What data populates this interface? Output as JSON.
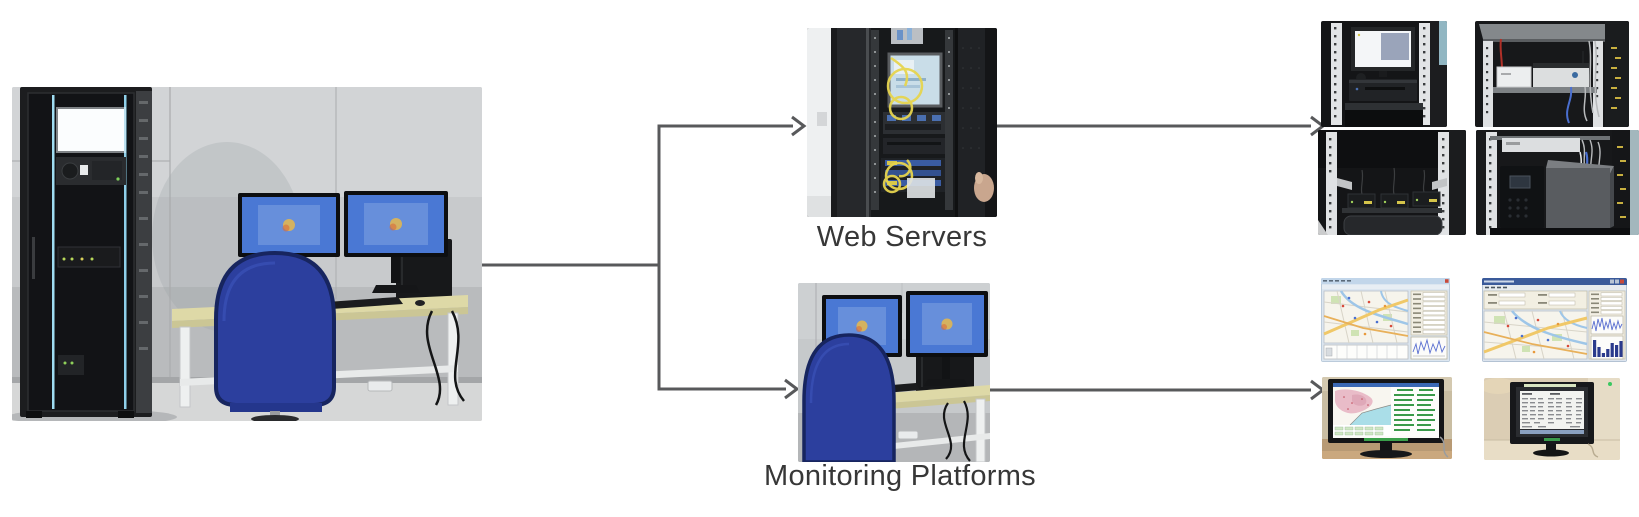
{
  "labels": {
    "web_servers": "Web Servers",
    "monitoring_platforms": "Monitoring Platforms"
  },
  "colors": {
    "background": "#ffffff",
    "arrow": "#58595b",
    "label_text": "#373737",
    "chair_blue": "#2c3f9e",
    "desktop_screen_blue": "#4a78d4",
    "fiber_cable_yellow": "#e6d44e",
    "rack_led_cyan": "#9fdcf2"
  },
  "photos": [
    {
      "id": "deployment-overview",
      "description": "equipment room with server rack cabinet and dual-monitor workstation"
    },
    {
      "id": "web-servers-rack",
      "description": "open server rack with console screen, servers and yellow fiber cables"
    },
    {
      "id": "monitoring-workstation",
      "description": "dual-monitor workstation with blue chair"
    },
    {
      "id": "rack-console-bay",
      "description": "rack bay with console monitor and desktop computer"
    },
    {
      "id": "rack-network-bay",
      "description": "rack bay with modem, wireless router and patch cables"
    },
    {
      "id": "rack-receivers-bay",
      "description": "rack bay with three receiver units on a shelf"
    },
    {
      "id": "rack-ups-bay",
      "description": "rack bay with UPS tower and equipment enclosure"
    },
    {
      "id": "map-application-window-1",
      "description": "monitoring software window with city map, parameter panel and waveform plot"
    },
    {
      "id": "map-application-window-2",
      "description": "monitoring software window with city map, input fields, waveform and bar chart"
    },
    {
      "id": "regional-map-monitor",
      "description": "monitor showing regional map with status tables"
    },
    {
      "id": "data-table-monitor",
      "description": "monitor showing tabular data display"
    }
  ]
}
